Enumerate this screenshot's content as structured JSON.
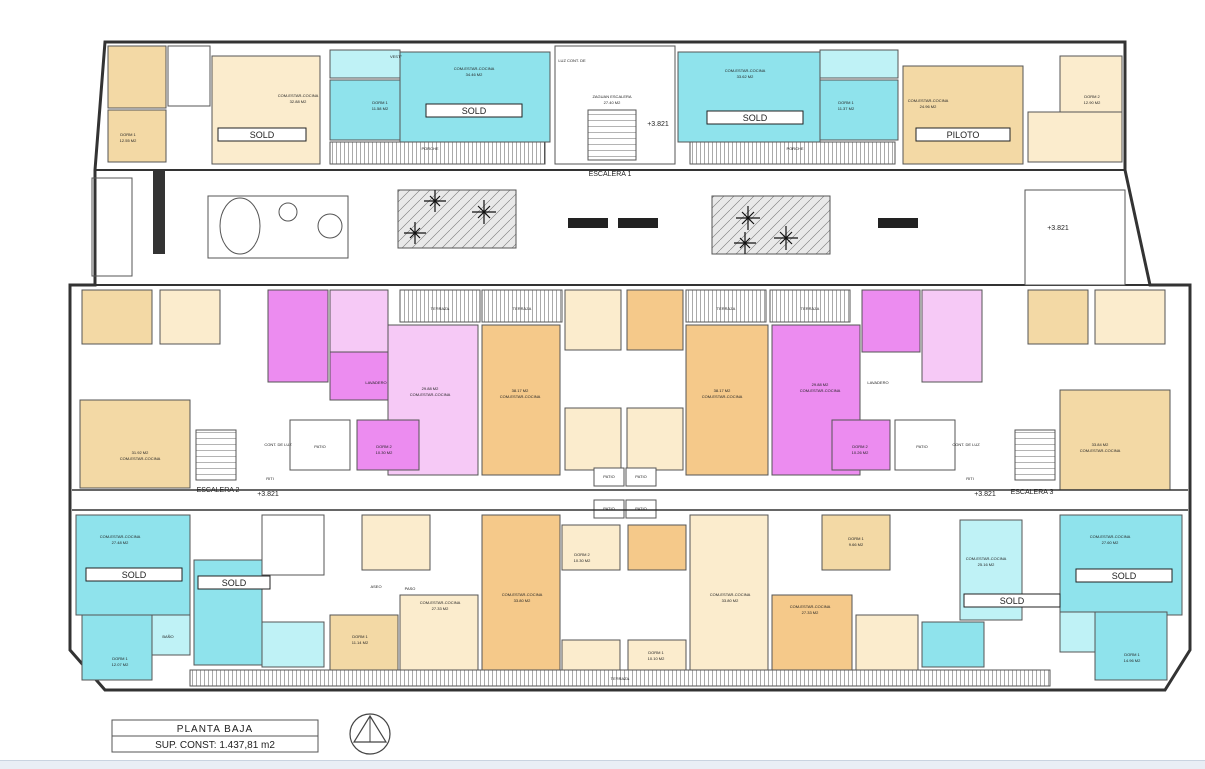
{
  "colors": {
    "tan": "#f3d9a5",
    "cyan": "#8fe3ec",
    "magenta": "#ec8cf0",
    "pink": "#f6c9f6",
    "orange": "#f5c98a",
    "wall": "#333333"
  },
  "title_block": {
    "title": "PLANTA BAJA",
    "area": "SUP. CONST: 1.437,81 m2"
  },
  "stairs": {
    "escalera_1": "ESCALERA 1",
    "escalera_2": "ESCALERA 2",
    "escalera_3": "ESCALERA 3"
  },
  "level_marks": {
    "top": "+3.821",
    "right": "+3.821",
    "left": "+3.821",
    "middle": "+3.821"
  },
  "status": {
    "sold": "SOLD",
    "piloto": "PILOTO"
  },
  "rooms": {
    "com_estar_cocina": "COM-ESTAR-COCINA",
    "dorm1": "DORM 1",
    "dorm2": "DORM 2",
    "bano": "BAÑO",
    "aseo": "ASEO",
    "paso": "PASO",
    "patio": "PATIO",
    "terraza": "TERRAZA",
    "porche": "PORCHE",
    "vest": "VEST°",
    "luz_cont": "LUZ CONT. DE",
    "cont_de_luz": "CONT. DE LUZ",
    "zaguan": "ZAGUAN ESCALERA",
    "riti": "RITI",
    "lavadero": "LAVADERO"
  },
  "areas": {
    "a1": "32.88 M2",
    "a2": "34.46 M2",
    "a3": "33.62 M2",
    "a4": "24.96 M2",
    "a5": "27.40 M2",
    "a6": "12.55 M2",
    "a7": "11.58 M2",
    "a8": "11.37 M2",
    "a9": "12.90 M2",
    "a10": "38.17 M2",
    "a11": "38.17 M2",
    "a12": "29.88 M2",
    "a13": "29.88 M2",
    "a14": "31.92 M2",
    "a15": "33.84 M2",
    "a16": "27.48 M2",
    "a17": "27.33 M2",
    "a18": "33.80 M2",
    "a19": "33.80 M2",
    "a20": "27.33 M2",
    "a21": "25.16 M2",
    "a22": "27.60 M2",
    "a23": "12.07 M2",
    "a24": "14.96 M2",
    "a25": "10.30 M2",
    "a26": "10.10 M2",
    "a27": "9.66 M2",
    "a28": "11.14 M2",
    "a29": "10.30 M2",
    "a30": "10.26 M2"
  }
}
